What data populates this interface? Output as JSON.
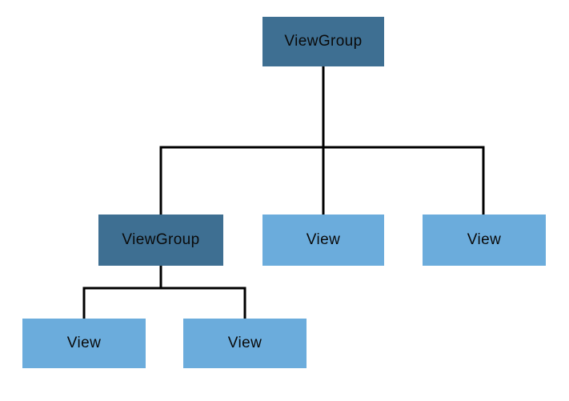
{
  "diagram": {
    "type": "tree",
    "colors": {
      "viewgroup_fill": "#3E6F92",
      "view_fill": "#6BACDC",
      "line": "#000000",
      "text": "#0A0A0A",
      "background": "#FFFFFF"
    },
    "nodes": [
      {
        "id": "root",
        "label": "ViewGroup",
        "kind": "viewgroup"
      },
      {
        "id": "child-1",
        "label": "ViewGroup",
        "kind": "viewgroup"
      },
      {
        "id": "child-2",
        "label": "View",
        "kind": "view"
      },
      {
        "id": "child-3",
        "label": "View",
        "kind": "view"
      },
      {
        "id": "grandchild-1",
        "label": "View",
        "kind": "view"
      },
      {
        "id": "grandchild-2",
        "label": "View",
        "kind": "view"
      }
    ],
    "hierarchy": {
      "label": "ViewGroup",
      "children": [
        {
          "label": "ViewGroup",
          "children": [
            {
              "label": "View"
            },
            {
              "label": "View"
            }
          ]
        },
        {
          "label": "View"
        },
        {
          "label": "View"
        }
      ]
    }
  }
}
